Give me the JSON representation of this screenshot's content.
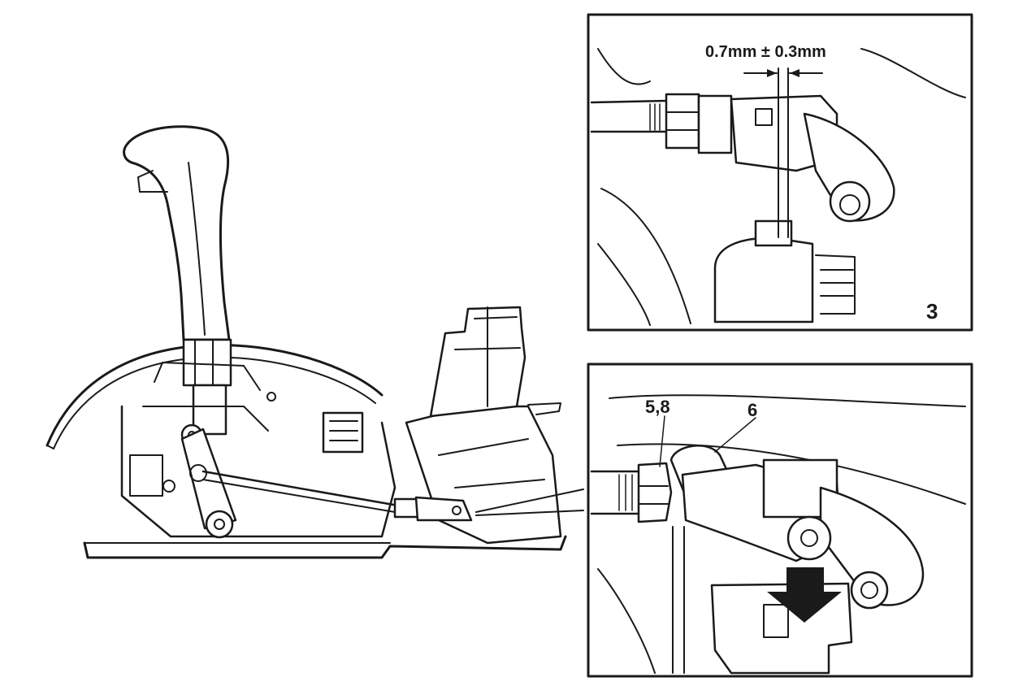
{
  "inset_top": {
    "dimension_label": "0.7mm ± 0.3mm",
    "figure_number": "3"
  },
  "inset_bottom": {
    "part_label_nut": "5,8",
    "part_label_clip": "6"
  }
}
